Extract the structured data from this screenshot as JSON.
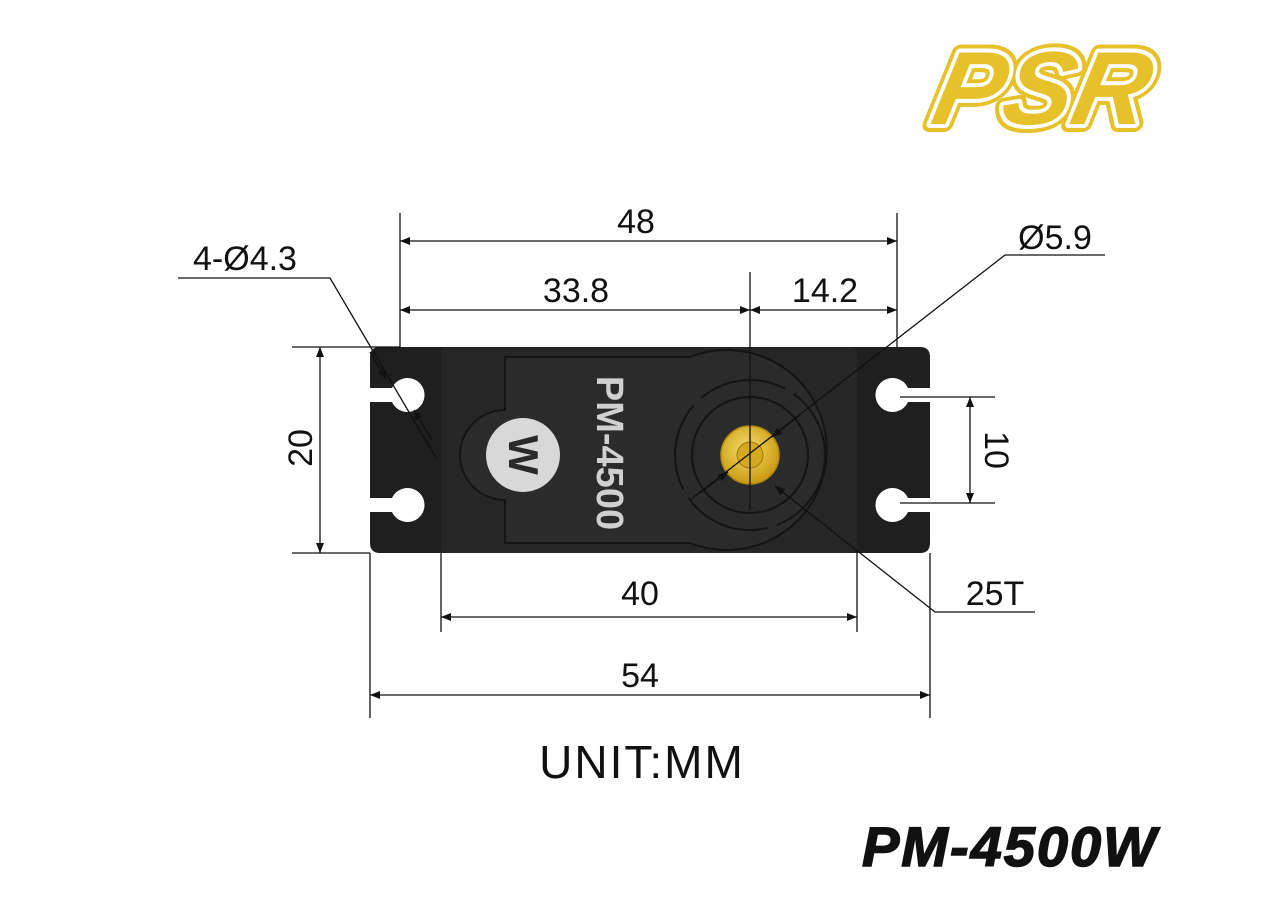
{
  "brand": {
    "logo_text": "PSR",
    "color": "#E6C12A"
  },
  "product": {
    "model": "PM-4500W",
    "body_label": "PM-4500",
    "body_logo": "W"
  },
  "dimensions": {
    "overall_hole_span": "48",
    "center_to_left_holes": "33.8",
    "center_to_right_holes": "14.2",
    "mount_holes": "4-Ø4.3",
    "output_shaft": "Ø5.9",
    "height": "20",
    "hole_spacing": "10",
    "body_length": "40",
    "flange_length": "54",
    "spline": "25T"
  },
  "unit_label": "UNIT:MM",
  "colors": {
    "body": "#1f1f1f",
    "panel": "#2a2a2a",
    "gear": "#E2B520"
  }
}
